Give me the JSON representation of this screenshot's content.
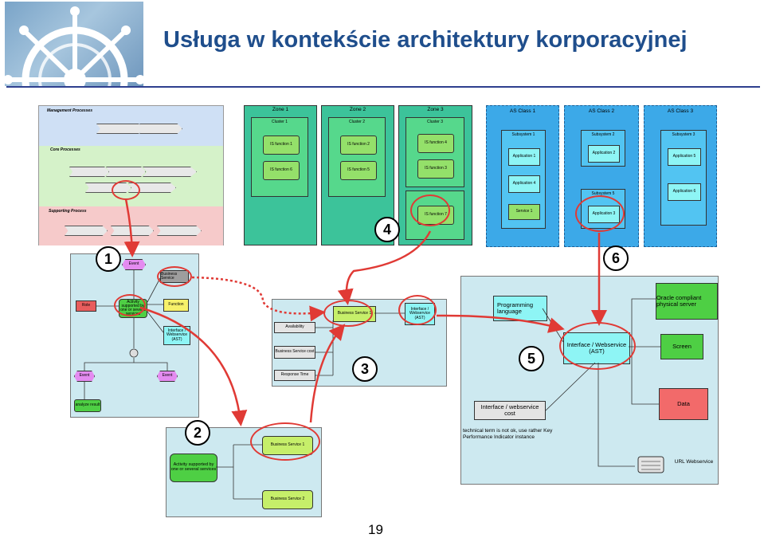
{
  "header": {
    "title": "Usługa w kontekście architektury korporacyjnej",
    "page_number": "19"
  },
  "colors": {
    "title": "#1f4e8c",
    "rule": "#2e3f8f",
    "highlight": "#e03a35",
    "panel_bg": "#cde9f0",
    "zone_green": "#3cc39a",
    "asclass_blue": "#3ca9e8"
  },
  "process": {
    "management": "Management Processes",
    "core": "Core Processes",
    "supporting": "Supporting Process"
  },
  "zones": [
    {
      "name": "Zone 1",
      "cluster": "Cluster 1",
      "functions": [
        "IS function 1",
        "IS function 6"
      ]
    },
    {
      "name": "Zone 2",
      "cluster": "Cluster 2",
      "functions": [
        "IS function 2",
        "IS function 5"
      ]
    },
    {
      "name": "Zone 3",
      "cluster": "Cluster 3",
      "functions": [
        "IS function 4",
        "IS function 3",
        "IS function 7"
      ]
    }
  ],
  "as_classes": [
    {
      "name": "AS Class 1",
      "subsystem": "Subsystem 1",
      "apps": [
        "Application 1",
        "Application 4",
        "Service 1"
      ]
    },
    {
      "name": "AS Class 2",
      "subsystem": "Subsystem 2",
      "apps": [
        "Application 2"
      ],
      "subsystem2": "Subsystem 5",
      "apps2": [
        "Application 3"
      ]
    },
    {
      "name": "AS Class 3",
      "subsystem": "Subsystem 3",
      "apps": [
        "Application 5",
        "Application 6"
      ]
    }
  ],
  "panel1": {
    "event": "Event",
    "role": "Role",
    "function": "Function",
    "business_service": "Business Service",
    "activity": "Activity supported by one or several services",
    "interface": "Interface / Webservice (AST)",
    "result": "analyze result"
  },
  "panel2": {
    "activity": "Activity supported by one or several services",
    "service1": "Business Service 1",
    "service2": "Business Service 2"
  },
  "panel3": {
    "service1": "Business Service 1",
    "interface": "Interface / Webservice (AST)",
    "availability": "Availability",
    "cost": "Business Service cost",
    "response": "Response Time"
  },
  "panel5": {
    "lang": "Programming language",
    "iface": "Interface / Webservice (AST)",
    "oracle": "Oracle compliant physical server",
    "screen": "Screen",
    "data": "Data",
    "cost": "Interface / webservice cost",
    "note": "technical term is not ok, use rather Key Performance Indicator instance",
    "url": "URL Webservice"
  },
  "markers": [
    "1",
    "2",
    "3",
    "4",
    "5",
    "6"
  ]
}
